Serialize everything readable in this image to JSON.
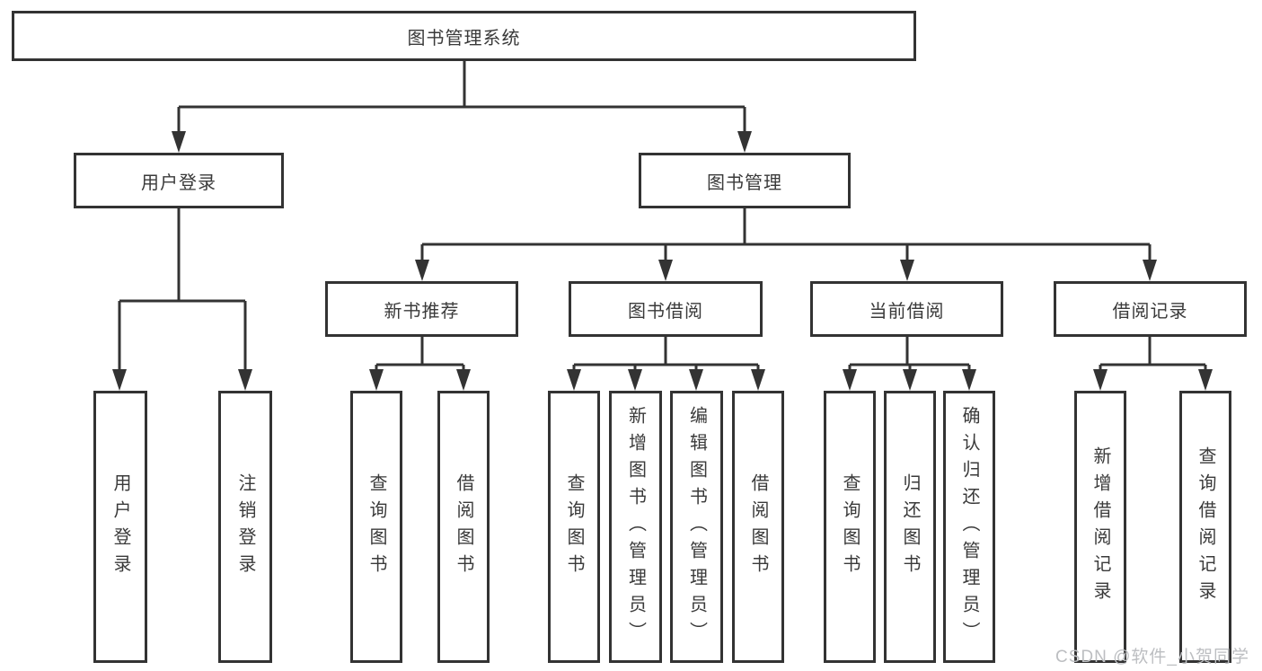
{
  "diagram": {
    "title_node": "图书管理系统",
    "watermark": "CSDN @软件_小贺同学",
    "colors": {
      "line": "#333333",
      "box_border": "#333333",
      "text": "#3a3a3a",
      "watermark": "#bcbec1"
    },
    "tree": {
      "root": {
        "label": "图书管理系统",
        "children": [
          {
            "label": "用户登录",
            "children": [
              {
                "label": "用户登录"
              },
              {
                "label": "注销登录"
              }
            ]
          },
          {
            "label": "图书管理",
            "children": [
              {
                "label": "新书推荐",
                "children": [
                  {
                    "label": "查询图书"
                  },
                  {
                    "label": "借阅图书"
                  }
                ]
              },
              {
                "label": "图书借阅",
                "children": [
                  {
                    "label": "查询图书"
                  },
                  {
                    "label": "新增图书（管理员）"
                  },
                  {
                    "label": "编辑图书（管理员）"
                  },
                  {
                    "label": "借阅图书"
                  }
                ]
              },
              {
                "label": "当前借阅",
                "children": [
                  {
                    "label": "查询图书"
                  },
                  {
                    "label": "归还图书"
                  },
                  {
                    "label": "确认归还（管理员）"
                  }
                ]
              },
              {
                "label": "借阅记录",
                "children": [
                  {
                    "label": "新增借阅记录"
                  },
                  {
                    "label": "查询借阅记录"
                  }
                ]
              }
            ]
          }
        ]
      }
    }
  }
}
